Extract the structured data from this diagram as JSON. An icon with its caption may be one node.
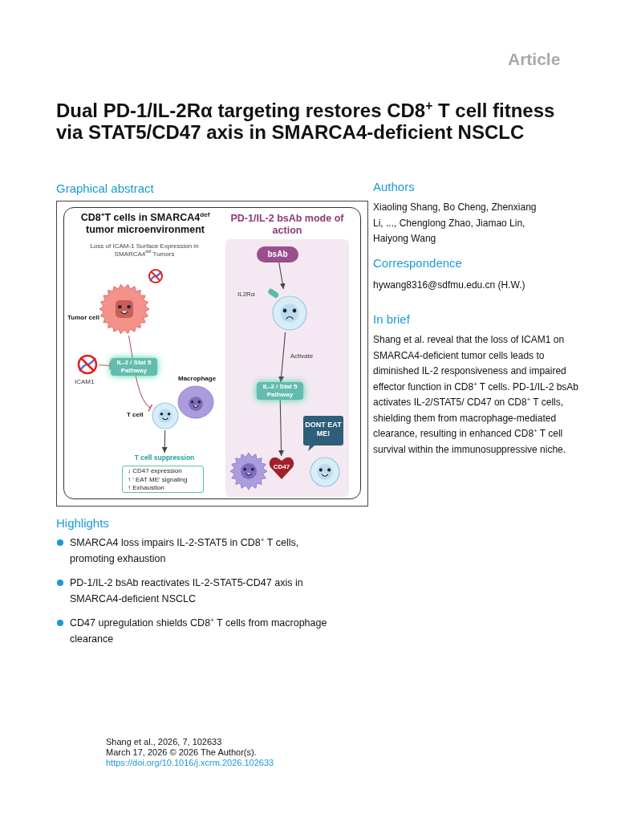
{
  "diagram": {
    "title": "Dual PD-1/IL-2Rα targeting restores CD8$^{+}$ T cell fitness via STAT5/CD47 axis in SMARCA4-deficient NSCLC",
    "nodes": [
      {
        "text": [
          "Graphical abstract"
        ]
      },
      {
        "text": [
          "PD-1/IL-2 bsAb mode of action"
        ],
        "in": 0
      },
      {
        "text": [],
        "shape": "picture",
        "beside": [
          "Tumor cell"
        ],
        "in": 0
      },
      {
        "text": [],
        "shape": "picture",
        "beside": [
          "ICAM1"
        ],
        "in": 0
      },
      {
        "text": [
          "IL-2 / Stat 5 Pathway"
        ],
        "in": 0
      },
      {
        "text": [],
        "shape": "picture",
        "beside": [
          "Macrophage"
        ],
        "in": 0
      },
      {
        "text": [],
        "shape": "picture",
        "beside": [
          "T cell"
        ],
        "in": 0
      },
      {
        "text": [
          "T cell suppression"
        ],
        "in": 0
      },
      {
        "text": [
          "↓ CD47 expression",
          "↑ ' EAT ME' signaling",
          "↑ Exhaustion"
        ],
        "in": 0
      },
      {
        "text": [
          "bsAb"
        ],
        "in": 1
      },
      {
        "text": [],
        "shape": "picture",
        "beside": [
          "IL2Rα"
        ],
        "in": 1
      },
      {
        "text": [
          "IL-2 / Stat 5 Pathway"
        ],
        "in": 1
      },
      {
        "text": [],
        "shape": "picture",
        "in": 1
      },
      {
        "text": [
          "CD47"
        ],
        "in": 1
      },
      {
        "text": [
          "DONT EAT ME!"
        ],
        "in": 1
      },
      {
        "text": [],
        "shape": "picture",
        "in": 1
      }
    ],
    "edges": [
      {
        "from": 3,
        "to": 4,
        "arrow": "other",
        "color": "#b5535a"
      },
      {
        "from": 2,
        "to": 4,
        "arrow": "none",
        "color": "#b5535a"
      },
      {
        "from": 4,
        "to": 6,
        "arrow": "other",
        "color": "#b5535a"
      },
      {
        "from": 6,
        "to": 7,
        "arrow": "to"
      },
      {
        "from": 9,
        "to": 10,
        "arrow": "to"
      },
      {
        "from": 10,
        "to": 11,
        "arrow": "to",
        "label": "Activate"
      },
      {
        "from": 11,
        "to": 13,
        "arrow": "to"
      }
    ],
    "labels": [
      "Article",
      "CD8$^{+}$T cells in SMARCA4$^{def}$ tumor microenvironment",
      "Loss of ICAM-1 Surface Expression in SMARCA4$^{def}$ Tumors",
      "Authors",
      "Xiaoling Shang, Bo Cheng, Zhenxiang Li, ..., Chenglong Zhao, Jiamao Lin, Haiyong Wang",
      "Correspondence",
      "hywang8316@sdfmu.edu.cn (H.W.)",
      "In brief",
      "Shang et al. reveal that the loss of ICAM1 on SMARCA4-deficient tumor cells leads to diminished IL-2 responsiveness and impaired effector function in CD8$^{+}$ T cells. PD-1/IL-2 bsAb activates IL-2/STAT5/ CD47 on CD8$^{+}$ T cells, shielding them from macrophage-mediated clearance, resulting in enhanced CD8$^{+}$ T cell survival within the immunosuppressive niche.",
      "Highlights",
      "SMARCA4 loss impairs IL-2-STAT5 in CD8$^{+}$ T cells, promoting exhaustion",
      "PD-1/IL-2 bsAb reactivates IL-2-STAT5-CD47 axis in SMARCA4-deficient NSCLC",
      "CD47 upregulation shields CD8$^{+}$ T cells from macrophage clearance",
      "Shang et al., 2026, 7, 102633",
      "March 17, 2026 © 2026 The Author(s).",
      "https://doi.org/10.1016/j.xcrm.2026.102633"
    ]
  }
}
